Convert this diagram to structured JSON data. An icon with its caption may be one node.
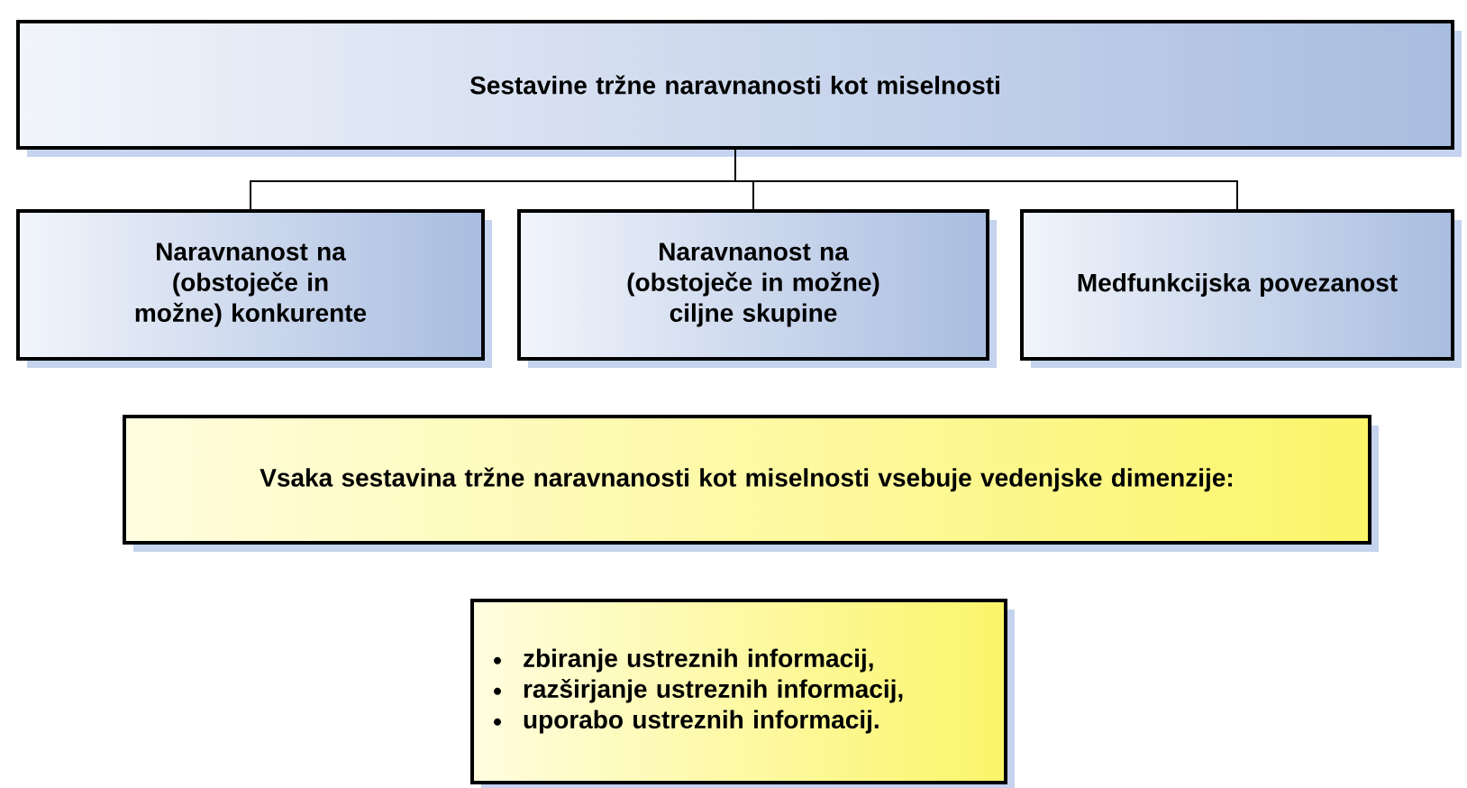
{
  "diagram": {
    "nodes": [
      {
        "text": [
          "Sestavine tržne naravnanosti kot miselnosti"
        ]
      },
      {
        "text": [
          "Naravnanost na (obstoječe in možne) konkurente"
        ]
      },
      {
        "text": [
          "Naravnanost na (obstoječe in možne) ciljne skupine"
        ]
      },
      {
        "text": [
          "Medfunkcijska povezanost"
        ]
      },
      {
        "text": [
          "Vsaka sestavina tržne naravnanosti kot miselnosti vsebuje vedenjske dimenzije:"
        ]
      },
      {
        "text": [
          "zbiranje ustreznih informacij,",
          "razširjanje ustreznih informacij,",
          "uporabo ustreznih informacij."
        ]
      }
    ],
    "edges": [
      {
        "from": 0,
        "to": 1,
        "arrow": "none"
      },
      {
        "from": 0,
        "to": 2,
        "arrow": "none"
      },
      {
        "from": 0,
        "to": 3,
        "arrow": "none"
      }
    ]
  }
}
